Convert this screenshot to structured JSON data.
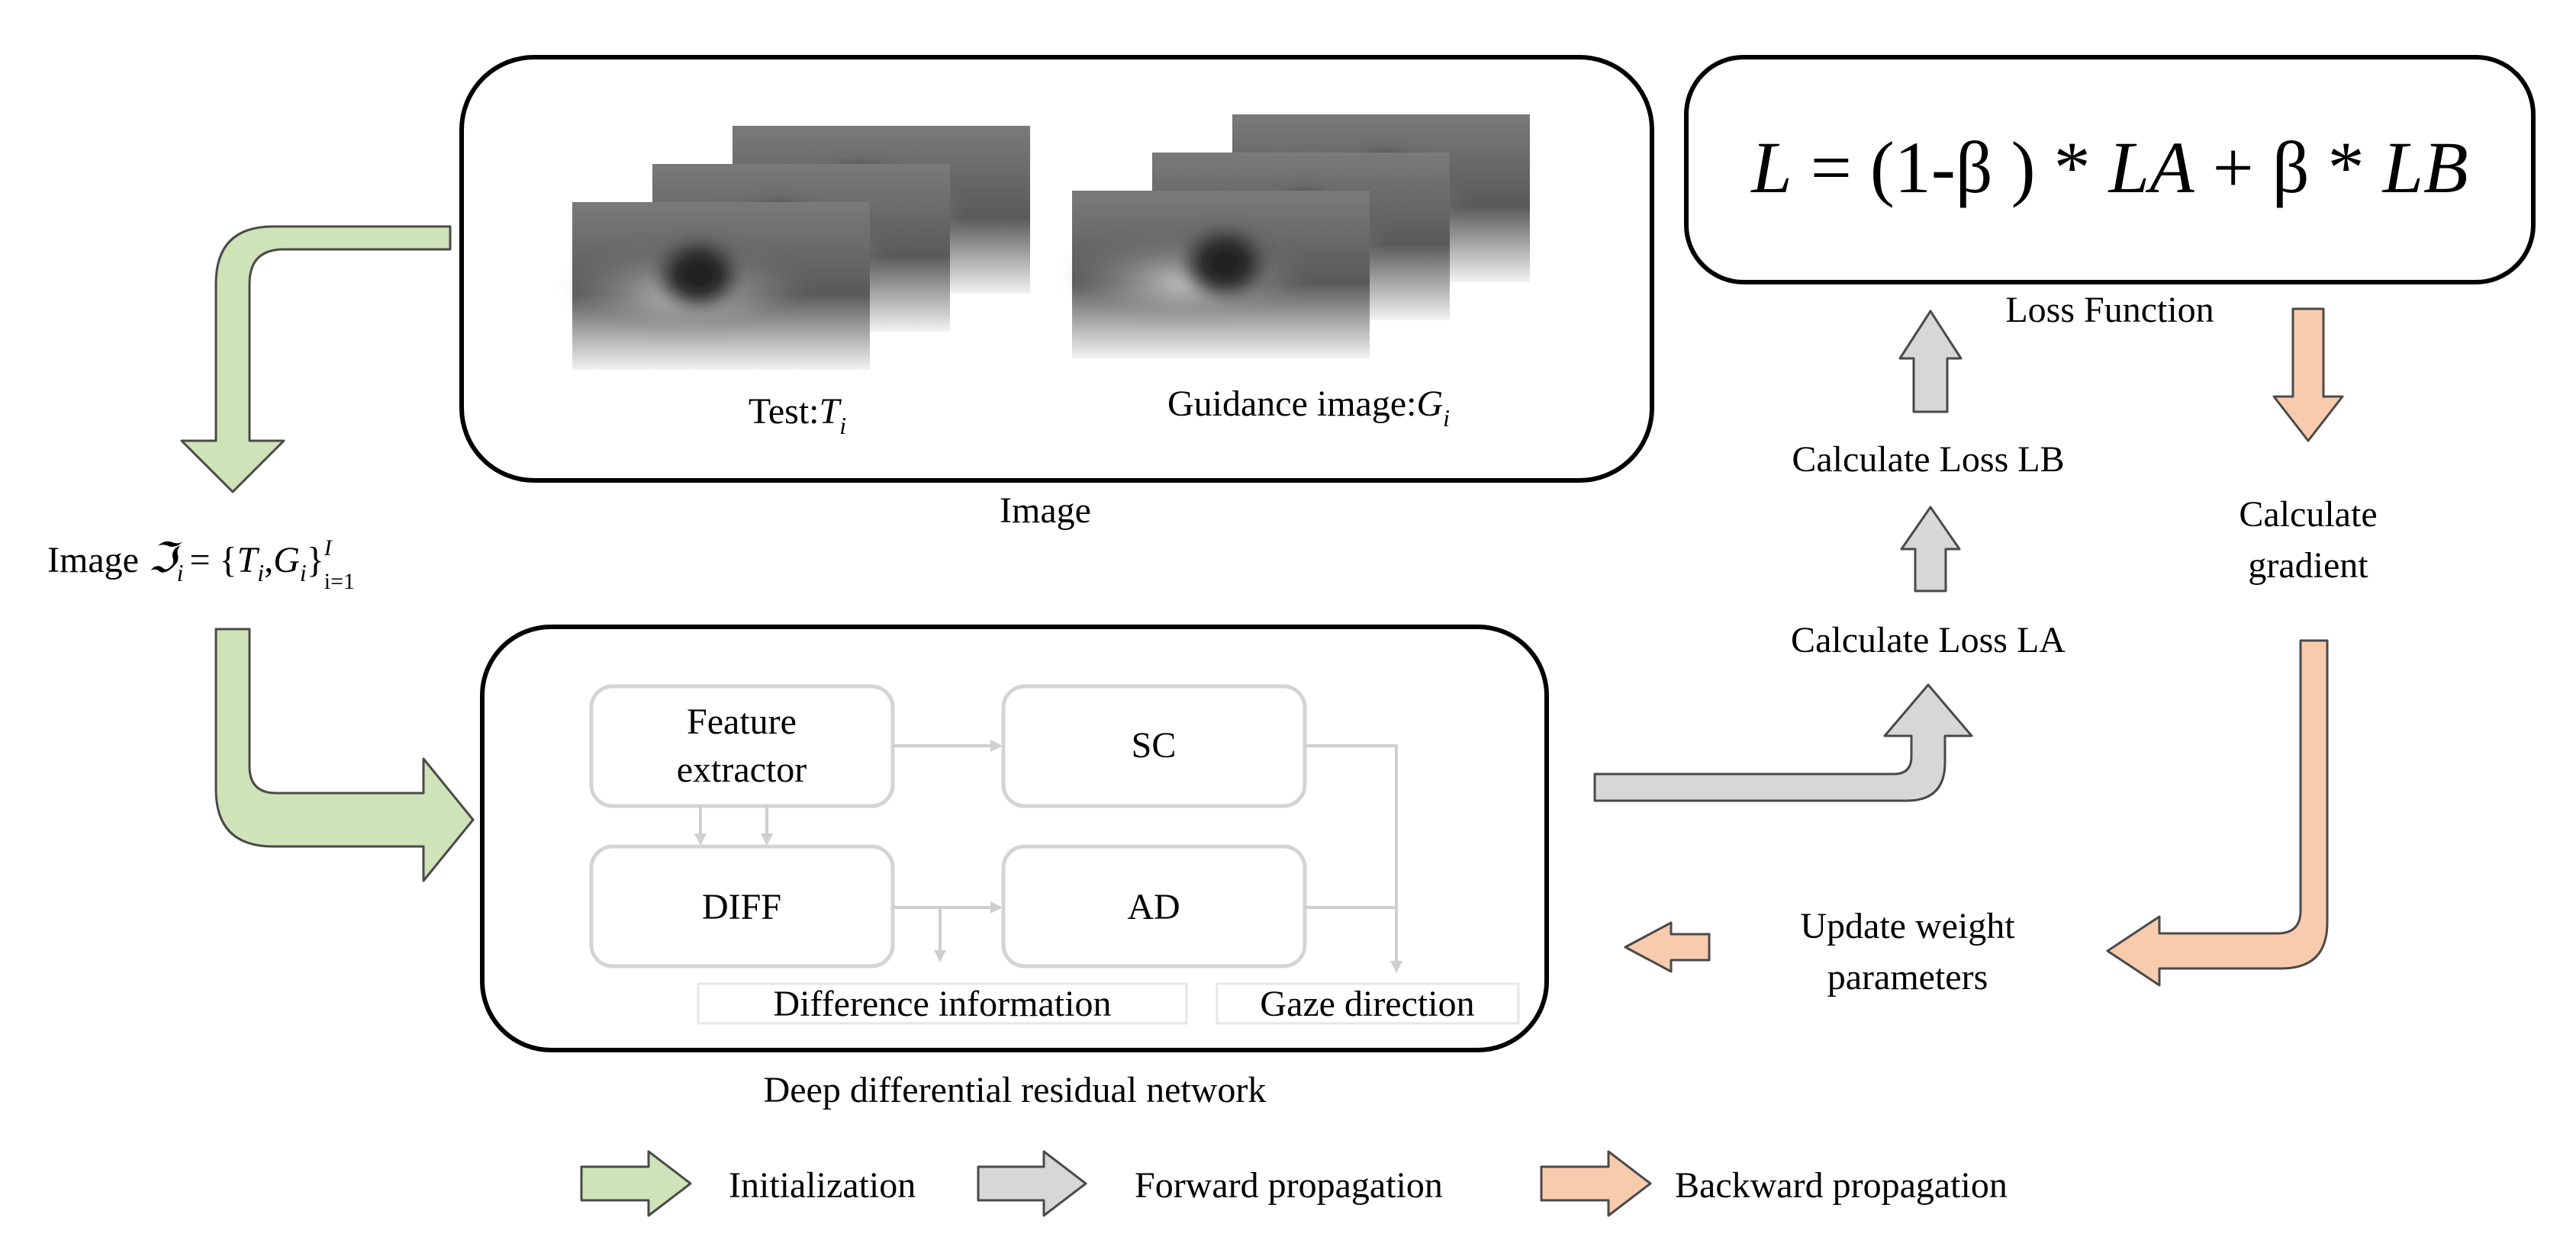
{
  "image_panel": {
    "caption": "Image",
    "test_prefix": "Test:",
    "test_symbol": "T",
    "test_sub": "i",
    "guide_prefix": "Guidance image:",
    "guide_symbol": "G",
    "guide_sub": "i"
  },
  "image_set": {
    "prefix": "Image",
    "frak": "ℑ",
    "sub_i": "i",
    "eq": "= {",
    "t": "T",
    "t_sub": "i",
    "comma": ",",
    "g": "G",
    "g_sub": "i",
    "close": "}",
    "sup": "I",
    "lower": "i=1"
  },
  "network": {
    "caption": "Deep differential residual network",
    "feature_line1": "Feature",
    "feature_line2": "extractor",
    "sc": "SC",
    "diff": "DIFF",
    "ad": "AD",
    "difference_info": "Difference information",
    "gaze_direction": "Gaze direction"
  },
  "loss": {
    "formula_L": "L",
    "formula_mid1": " = (1-β ) * ",
    "formula_LA": "LA",
    "formula_mid2": " + β * ",
    "formula_LB": "LB",
    "caption": "Loss Function",
    "calc_lb": "Calculate Loss LB",
    "calc_la": "Calculate Loss LA",
    "gradient_line1": "Calculate",
    "gradient_line2": "gradient",
    "update_line1": "Update weight",
    "update_line2": "parameters"
  },
  "legend": {
    "init": "Initialization",
    "forward": "Forward propagation",
    "backward": "Backward propagation",
    "colors": {
      "init": "#cfe3b8",
      "forward": "#d7d7d7",
      "backward": "#f8cbad"
    }
  }
}
